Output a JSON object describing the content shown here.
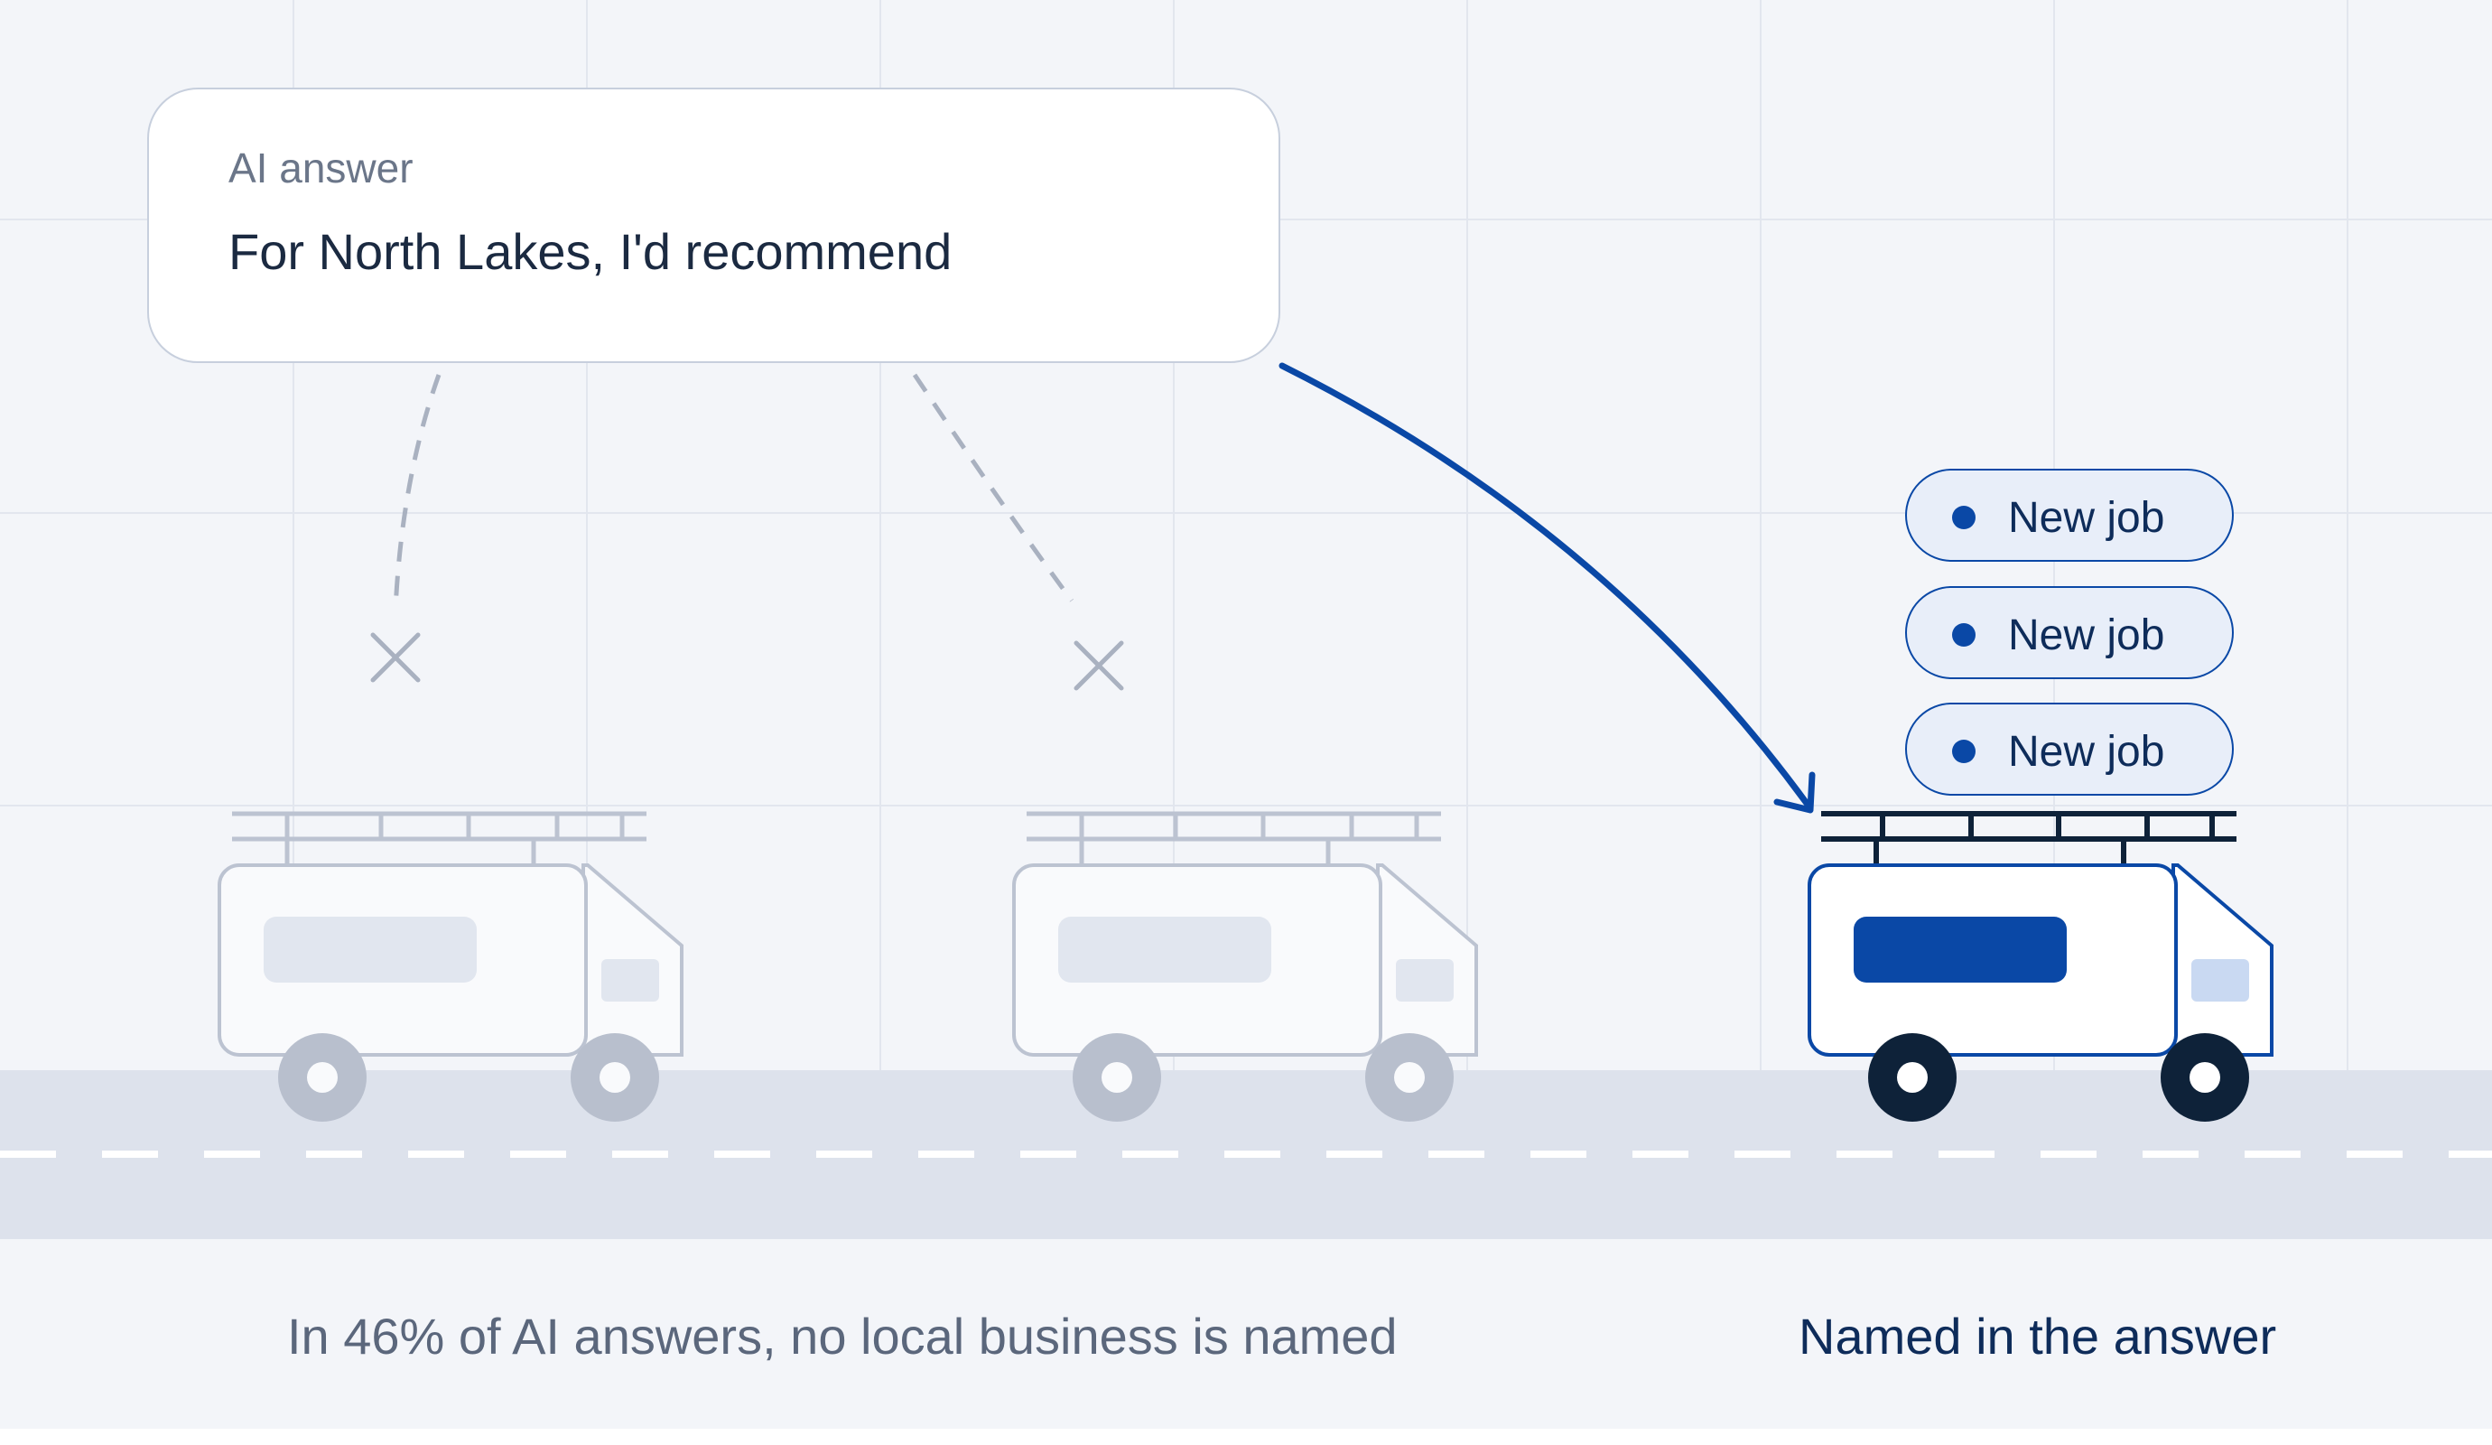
{
  "bubble": {
    "caption": "AI answer",
    "text": "For North Lakes, I'd recommend"
  },
  "badges": [
    {
      "label": "New job"
    },
    {
      "label": "New job"
    },
    {
      "label": "New job"
    }
  ],
  "footer": {
    "left_caption": "In 46% of AI answers, no local business is named",
    "right_caption": "Named in the answer"
  },
  "icons": {
    "miss_marker": "x-icon",
    "vehicle": "van-icon",
    "connector": "arrow-icon"
  },
  "colors": {
    "background": "#f3f5f9",
    "grid": "#e2e6ee",
    "road": "#dde2ec",
    "road_marking": "#ffffff",
    "faded_outline": "#bcc3d1",
    "faded_fill": "#f9fafc",
    "faded_panel": "#e1e6ef",
    "faded_wheel": "#b8bfcd",
    "accent": "#0a48a6",
    "dark": "#0e2239",
    "window_tint": "#c9d9f2",
    "text_muted": "#5b677c",
    "text_dark": "#0e2c5a"
  }
}
